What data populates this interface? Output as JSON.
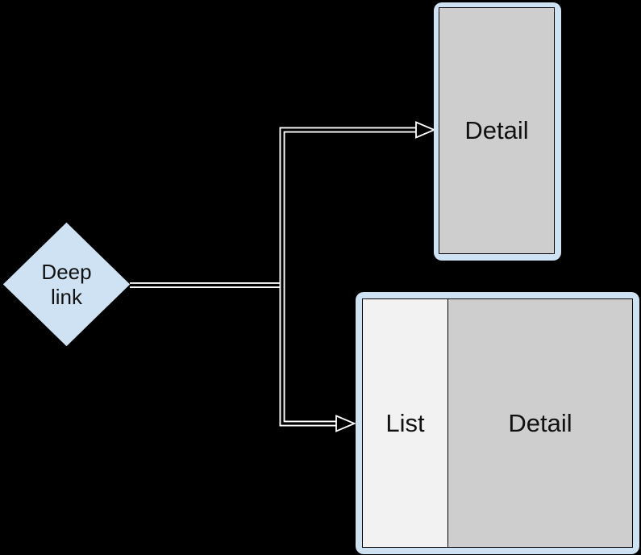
{
  "colors": {
    "background": "#000000",
    "card_fill": "#cfe2f3",
    "diamond_fill": "#cfe2f3",
    "detail_pane_fill": "#cecece",
    "list_pane_fill": "#f2f2f2",
    "connector_casing": "#ffffff",
    "connector_core": "#000000",
    "shape_border": "#000000",
    "text_color": "#111111"
  },
  "nodes": {
    "deep_link": {
      "label": "Deep link"
    },
    "detail_card": {
      "label": "Detail"
    },
    "list_detail_card": {
      "list_label": "List",
      "detail_label": "Detail"
    }
  },
  "connectors": [
    {
      "from": "deep-link",
      "to": "detail-card"
    },
    {
      "from": "deep-link",
      "to": "list-detail-card"
    }
  ]
}
